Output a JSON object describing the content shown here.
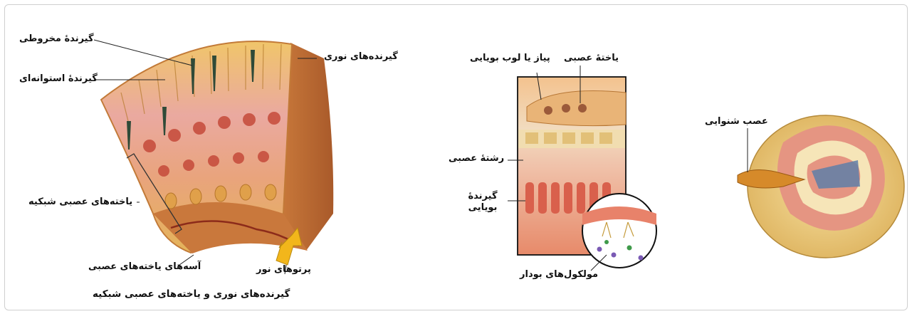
{
  "colors": {
    "retina_outer": "#e3a84a",
    "retina_pink": "#e79a95",
    "retina_red": "#c54a3a",
    "olfactory_bulb": "#e6b37a",
    "olfactory_red": "#d9604c",
    "bone": "#e9c97a",
    "cochlea_inner": "#e59582",
    "cochlea_blue": "#5f7fa8",
    "arrow_yellow": "#f2b61b",
    "nerve": "#d68a2a"
  },
  "retina": {
    "cone_receptor": "گیرندهٔ مخروطی",
    "rod_receptor": "گیرندهٔ استوانه‌ای",
    "photoreceptors": "گیرنده‌های نوری",
    "retinal_neurons": "یاخته‌های عصبی شبکیه",
    "neuron_axons": "آسه‌های یاخته‌های عصبی",
    "light_rays": "پرتوهای نور",
    "caption": "گیرنده‌های نوری و یاخته‌های عصبی شبکیه"
  },
  "olfactory": {
    "nerve_cell": "یاختهٔ عصبی",
    "bulb": "پیاز یا لوب بویایی",
    "nerve_fiber": "رشتهٔ عصبی",
    "receptor": "گیرندهٔ بویایی",
    "odor_molecules": "مولکول‌های بودار"
  },
  "ear": {
    "auditory_nerve": "عصب شنوایی"
  }
}
